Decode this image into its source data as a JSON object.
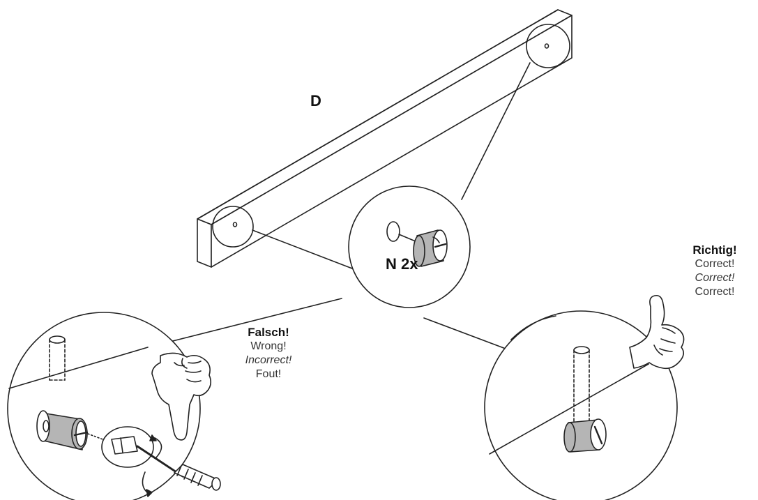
{
  "part": {
    "label": "D",
    "quantity": "N 2x"
  },
  "wrong": {
    "heading": "Falsch!",
    "line1": "Wrong!",
    "line2": "Incorrect!",
    "line3": "Fout!"
  },
  "right": {
    "heading": "Richtig!",
    "line1": "Correct!",
    "line2": "Correct!",
    "line3": "Correct!"
  },
  "colors": {
    "stroke": "#222222",
    "dowel_fill": "#b5b5b5",
    "background": "#ffffff"
  }
}
